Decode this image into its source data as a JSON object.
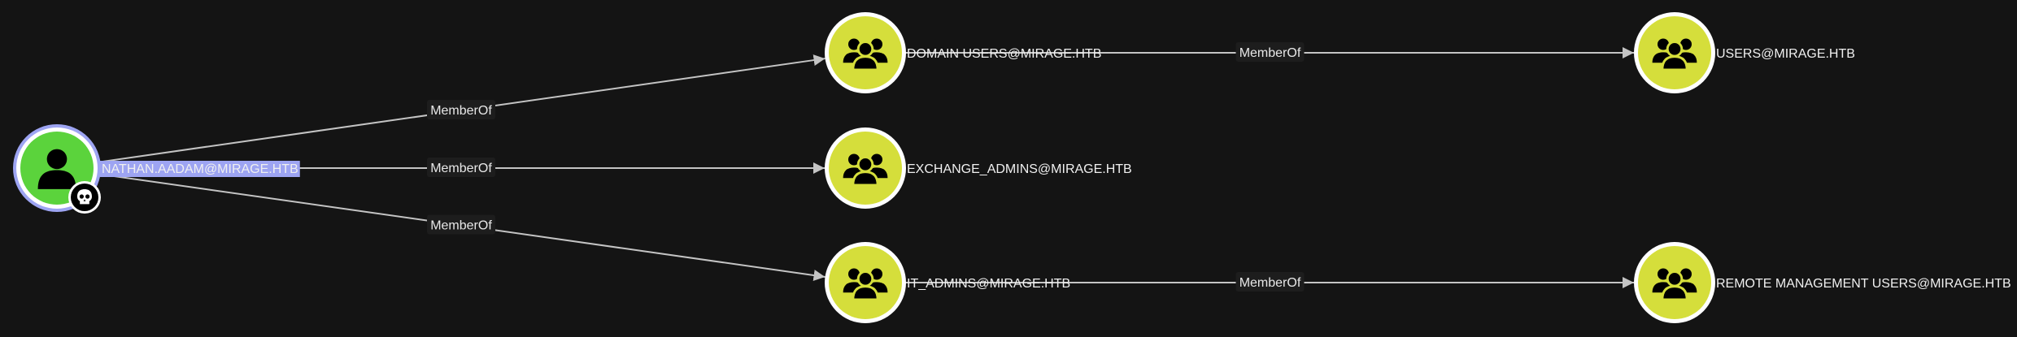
{
  "graph": {
    "colors": {
      "background": "#141414",
      "user_node_fill": "#5bd33c",
      "group_node_fill": "#d5de3b",
      "selected_outline": "#9da4f2",
      "selected_label_bg": "#9da4f2",
      "edge": "#c4c4c4",
      "icon": "#000000"
    },
    "nodes": [
      {
        "id": "nathan",
        "type": "user",
        "label": "NATHAN.AADAM@MIRAGE.HTB",
        "selected": true,
        "badge": "skull-icon"
      },
      {
        "id": "domain_users",
        "type": "group",
        "label": "DOMAIN USERS@MIRAGE.HTB"
      },
      {
        "id": "exchange_admins",
        "type": "group",
        "label": "EXCHANGE_ADMINS@MIRAGE.HTB"
      },
      {
        "id": "it_admins",
        "type": "group",
        "label": "IT_ADMINS@MIRAGE.HTB"
      },
      {
        "id": "users",
        "type": "group",
        "label": "USERS@MIRAGE.HTB"
      },
      {
        "id": "remote_mgmt",
        "type": "group",
        "label": "REMOTE MANAGEMENT USERS@MIRAGE.HTB"
      }
    ],
    "edges": [
      {
        "from": "nathan",
        "to": "domain_users",
        "label": "MemberOf"
      },
      {
        "from": "nathan",
        "to": "exchange_admins",
        "label": "MemberOf"
      },
      {
        "from": "nathan",
        "to": "it_admins",
        "label": "MemberOf"
      },
      {
        "from": "domain_users",
        "to": "users",
        "label": "MemberOf"
      },
      {
        "from": "it_admins",
        "to": "remote_mgmt",
        "label": "MemberOf"
      }
    ]
  }
}
